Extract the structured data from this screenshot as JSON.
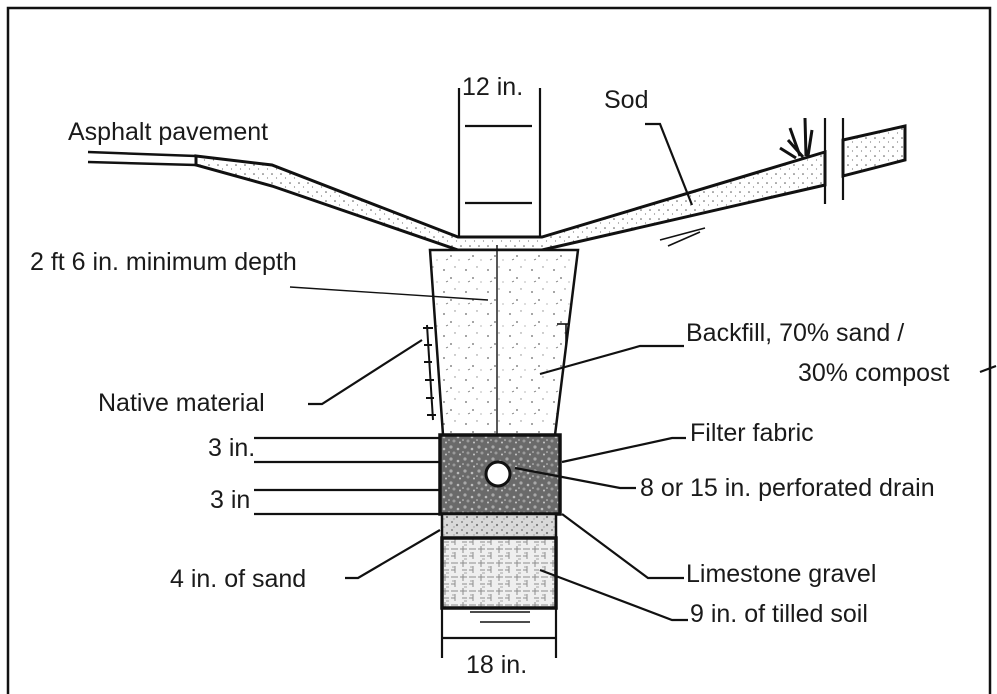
{
  "diagram": {
    "labels": {
      "top_width": "12 in.",
      "sod": "Sod",
      "asphalt": "Asphalt pavement",
      "min_depth": "2 ft  6 in. minimum depth",
      "backfill_line1": "Backfill, 70% sand /",
      "backfill_line2": "30% compost",
      "native": "Native material",
      "filter": "Filter fabric",
      "three_in_a": "3 in.",
      "drain": "8 or 15 in. perforated drain",
      "three_in_b": "3 in",
      "limestone": "Limestone gravel",
      "sand_4in": "4 in. of sand",
      "tilled_soil": "9 in. of tilled soil",
      "bottom_width": "18 in."
    }
  }
}
